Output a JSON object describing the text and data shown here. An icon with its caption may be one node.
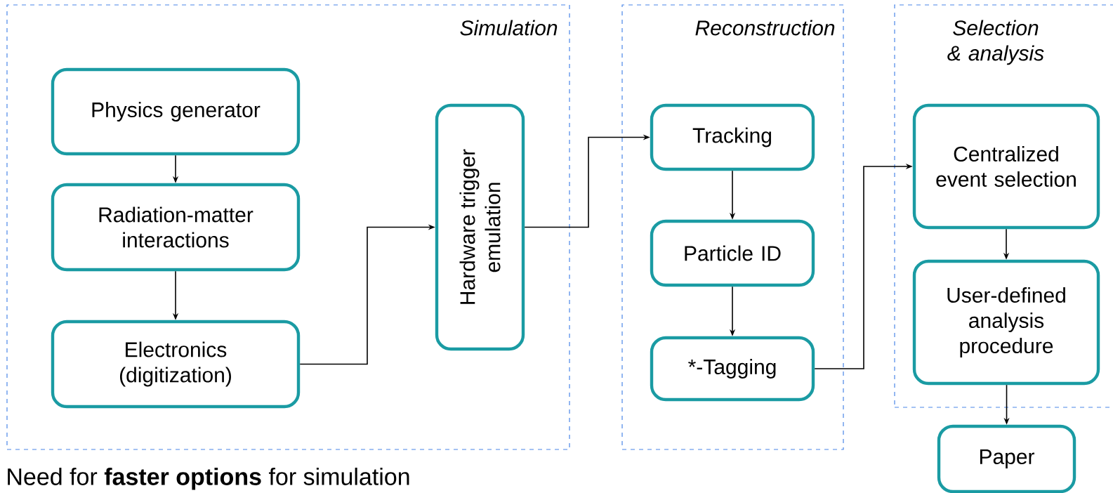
{
  "diagram": {
    "nodes": [
      {
        "text": [
          "Simulation"
        ]
      },
      {
        "text": [
          "Reconstruction"
        ]
      },
      {
        "text": [
          "Selection & analysis"
        ]
      },
      {
        "text": [
          "Physics generator"
        ],
        "in": 0
      },
      {
        "text": [
          "Radiation-matter interactions"
        ],
        "in": 0
      },
      {
        "text": [
          "Electronics (digitization)"
        ],
        "in": 0
      },
      {
        "text": [
          "Hardware trigger emulation"
        ],
        "in": 0
      },
      {
        "text": [
          "Tracking"
        ],
        "in": 1
      },
      {
        "text": [
          "Particle ID"
        ],
        "in": 1
      },
      {
        "text": [
          "*-Tagging"
        ],
        "in": 1
      },
      {
        "text": [
          "Centralized event selection"
        ],
        "in": 2
      },
      {
        "text": [
          "User-defined analysis procedure"
        ],
        "in": 2
      },
      {
        "text": [
          "Paper"
        ]
      }
    ],
    "edges": [
      {
        "from": 3,
        "to": 4,
        "arrow": "to"
      },
      {
        "from": 4,
        "to": 5,
        "arrow": "to"
      },
      {
        "from": 5,
        "to": 6,
        "arrow": "to"
      },
      {
        "from": 6,
        "to": 7,
        "arrow": "to"
      },
      {
        "from": 7,
        "to": 8,
        "arrow": "to"
      },
      {
        "from": 8,
        "to": 9,
        "arrow": "to"
      },
      {
        "from": 9,
        "to": 10,
        "arrow": "to"
      },
      {
        "from": 10,
        "to": 11,
        "arrow": "to"
      },
      {
        "from": 11,
        "to": 12,
        "arrow": "to"
      }
    ],
    "labels": [
      "Need for **faster options** for simulation"
    ]
  }
}
